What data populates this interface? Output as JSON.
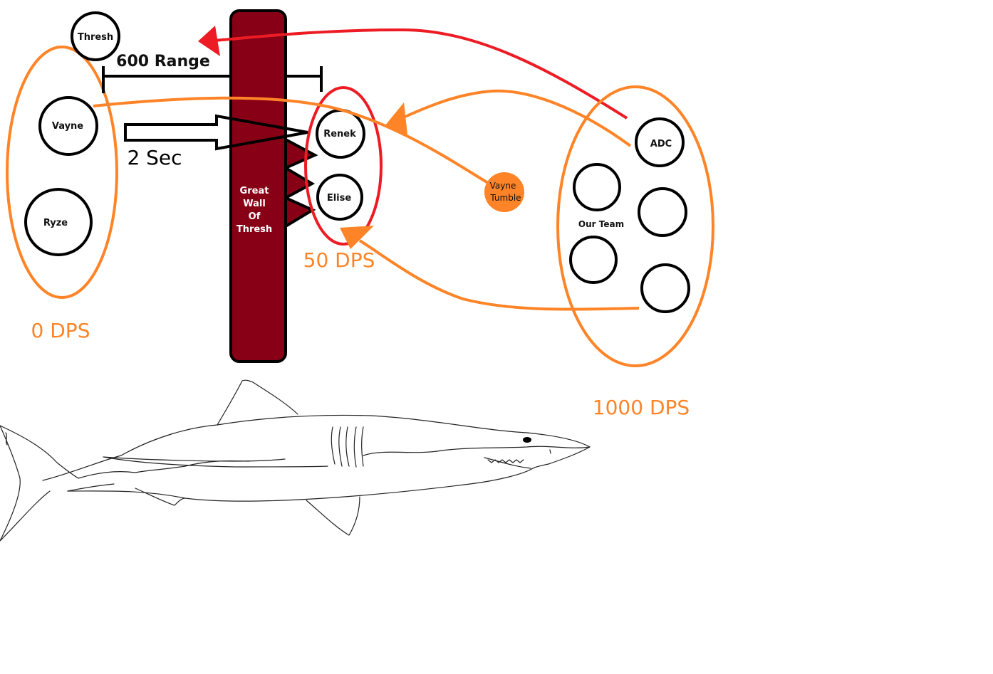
{
  "diagram": {
    "colors": {
      "orange": "#ff8427",
      "red": "#ed1c24",
      "wall": "#880015",
      "black": "#000000",
      "white": "#ffffff"
    },
    "enemy": {
      "thresh": "Thresh",
      "vayne": "Vayne",
      "ryze": "Ryze",
      "renek": "Renek",
      "elise": "Elise",
      "group_dps_left": "0 DPS",
      "group_dps_mid": "50 DPS"
    },
    "range_label": "600 Range",
    "time_label": "2 Sec",
    "wall": {
      "line1": "Great",
      "line2": "Wall",
      "line3": "Of",
      "line4": "Thresh"
    },
    "vayne_tumble": {
      "line1": "Vayne",
      "line2": "Tumble"
    },
    "our_team": {
      "label": "Our Team",
      "adc": "ADC",
      "dps": "1000 DPS"
    },
    "illustration": "shark-drawing"
  }
}
